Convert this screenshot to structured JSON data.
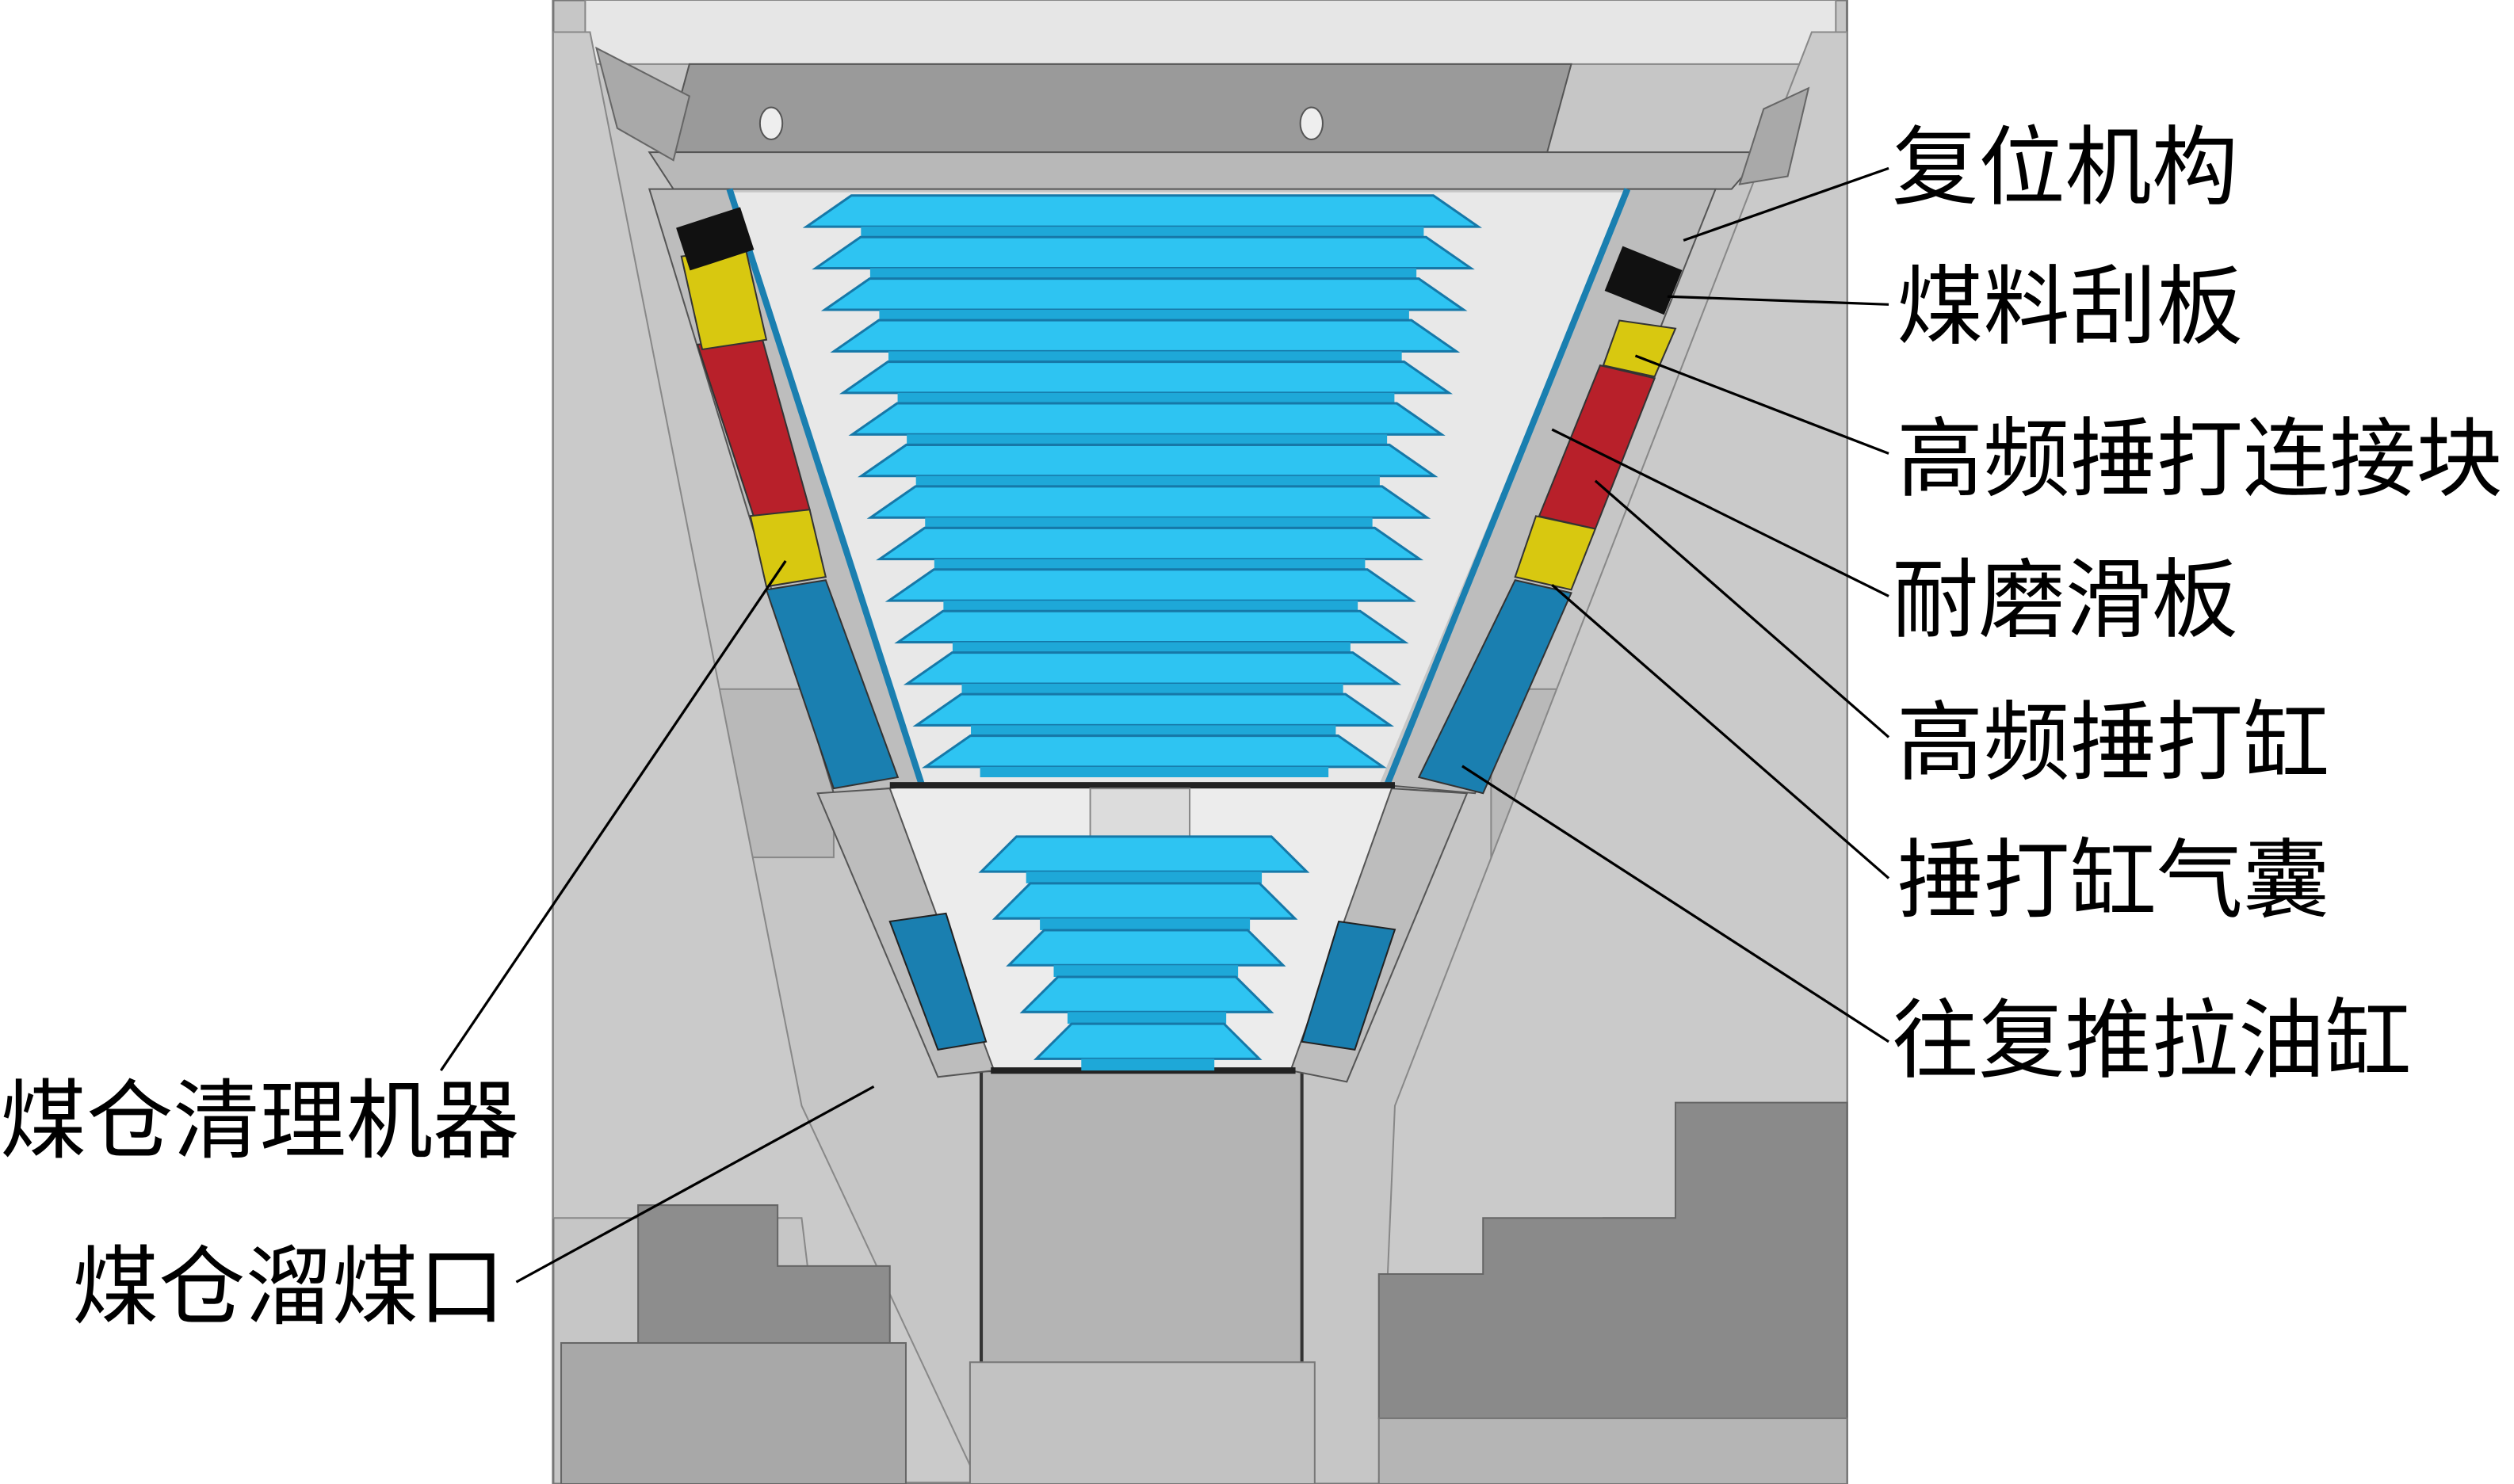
{
  "right_labels": [
    {
      "text": "复位机构"
    },
    {
      "text": "煤料刮板"
    },
    {
      "text": "高频捶打连接块"
    },
    {
      "text": "耐磨滑板"
    },
    {
      "text": "高频捶打缸"
    },
    {
      "text": "捶打缸气囊"
    },
    {
      "text": "往复推拉油缸"
    }
  ],
  "left_labels": [
    {
      "text": "煤仓清理机器"
    },
    {
      "text": "煤仓溜煤口"
    }
  ],
  "colors": {
    "plate": "#2ec4f2",
    "plate_edge": "#1678a8",
    "cylinder_red": "#b8202a",
    "block_yellow": "#d8c810",
    "oil_cylinder": "#1a7fb0",
    "wall": "#c4c4c4",
    "dark_wall": "#8a8a8a"
  }
}
